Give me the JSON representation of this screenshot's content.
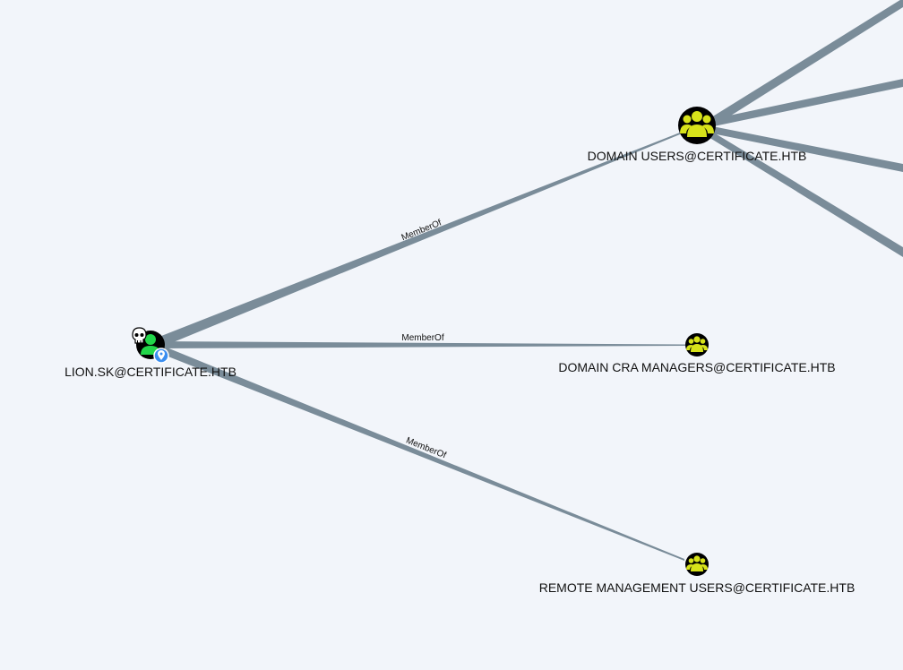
{
  "graph": {
    "colors": {
      "background": "#f2f5fa",
      "edge": "#7a8c99",
      "user_node_fill": "#000000",
      "user_icon": "#22d64a",
      "group_icon": "#d7e21a",
      "pin_badge": "#3b8ef0",
      "skull": "#ffffff"
    },
    "nodes": [
      {
        "id": "lion",
        "label": "LION.SK@CERTIFICATE.HTB",
        "type": "user",
        "icon": "user-icon",
        "badges": [
          "skull-icon",
          "location-pin-icon"
        ]
      },
      {
        "id": "domain_users",
        "label": "DOMAIN USERS@CERTIFICATE.HTB",
        "type": "group",
        "icon": "group-icon"
      },
      {
        "id": "cra_managers",
        "label": "DOMAIN CRA MANAGERS@CERTIFICATE.HTB",
        "type": "group",
        "icon": "group-icon"
      },
      {
        "id": "remote_mgmt",
        "label": "REMOTE MANAGEMENT USERS@CERTIFICATE.HTB",
        "type": "group",
        "icon": "group-icon"
      }
    ],
    "edges": [
      {
        "from": "lion",
        "to": "domain_users",
        "label": "MemberOf"
      },
      {
        "from": "lion",
        "to": "cra_managers",
        "label": "MemberOf"
      },
      {
        "from": "lion",
        "to": "remote_mgmt",
        "label": "MemberOf"
      },
      {
        "from": "domain_users",
        "to": "offscreen_1",
        "label": ""
      },
      {
        "from": "domain_users",
        "to": "offscreen_2",
        "label": ""
      },
      {
        "from": "domain_users",
        "to": "offscreen_3",
        "label": ""
      },
      {
        "from": "domain_users",
        "to": "offscreen_4",
        "label": ""
      }
    ]
  }
}
